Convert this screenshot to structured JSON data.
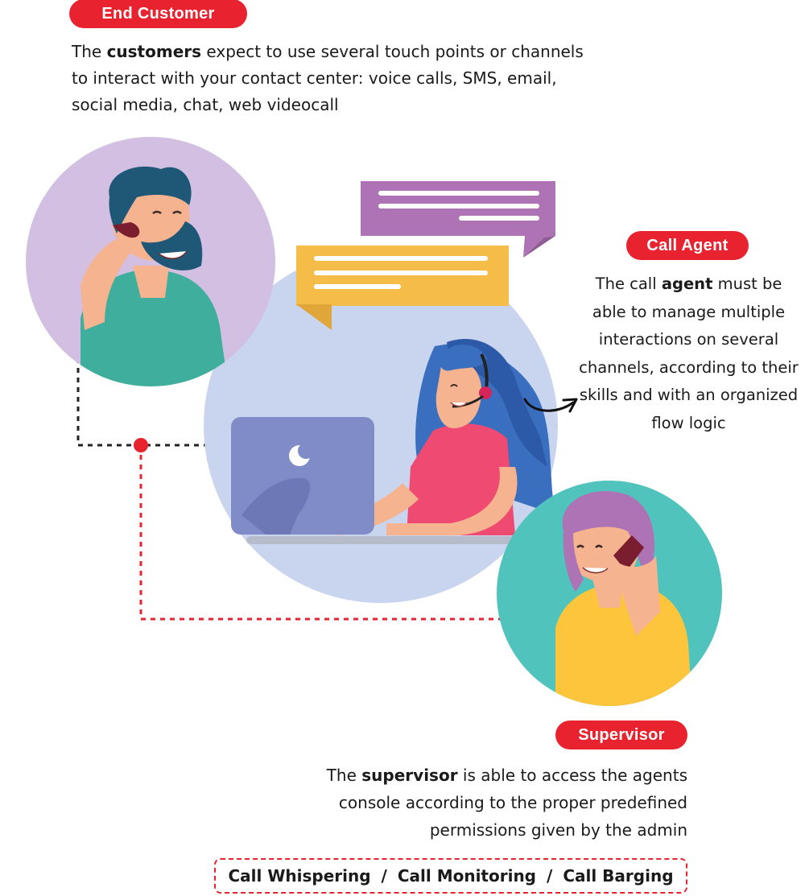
{
  "end_customer": {
    "badge": "End Customer",
    "text_before": "The ",
    "text_bold": "customers",
    "text_after": " expect to use several touch points or channels to interact with your contact center: voice calls, SMS, email, social media, chat, web videocall"
  },
  "call_agent": {
    "badge": "Call Agent",
    "text_before": "The call ",
    "text_bold": "agent",
    "text_after": " must be able to manage multiple interactions on several channels, according to their skills and with an organized flow logic"
  },
  "supervisor": {
    "badge": "Supervisor",
    "text_before": "The ",
    "text_bold": "supervisor",
    "text_after": " is able to access the agents console according to the proper predefined permissions given by the admin"
  },
  "features": {
    "items": [
      "Call Whispering",
      "Call Monitoring",
      "Call Barging"
    ],
    "separator": "/"
  },
  "colors": {
    "accent_red": "#e8232f",
    "customer_circle": "#d2bfe1",
    "agent_circle": "#c9d5ee",
    "supervisor_circle": "#4fc3bc",
    "bubble_purple": "#ae73b4",
    "bubble_yellow": "#f6bc48"
  },
  "icons": [
    "customer-illustration",
    "agent-illustration",
    "supervisor-illustration",
    "laptop-icon",
    "chat-bubble-icon",
    "arrow-icon"
  ]
}
